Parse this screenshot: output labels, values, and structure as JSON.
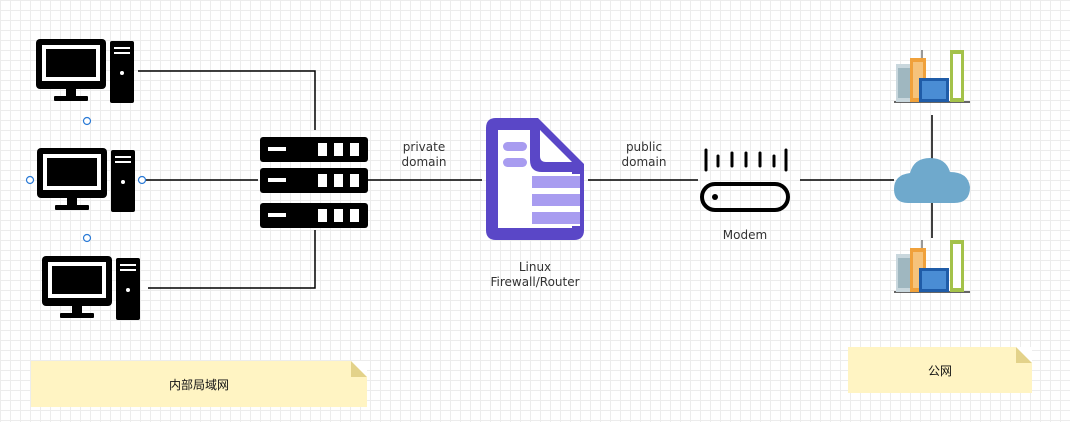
{
  "nodes": {
    "private_domain_label": "private\ndomain",
    "public_domain_label": "public\ndomain",
    "firewall_label": "Linux\nFirewall/Router",
    "modem_label": "Modem"
  },
  "notes": {
    "lan": "内部局域网",
    "public_net": "公网"
  },
  "icons": [
    "computer-icon",
    "server-rack-icon",
    "firewall-router-icon",
    "modem-icon",
    "cloud-icon",
    "city-buildings-icon"
  ],
  "colors": {
    "line": "#000000",
    "firewall": "#5a47c7",
    "firewall_light": "#a89cf0",
    "cloud": "#6fa9cc",
    "note_bg": "#fff4c3",
    "selection_handle": "#2a7ad6"
  }
}
